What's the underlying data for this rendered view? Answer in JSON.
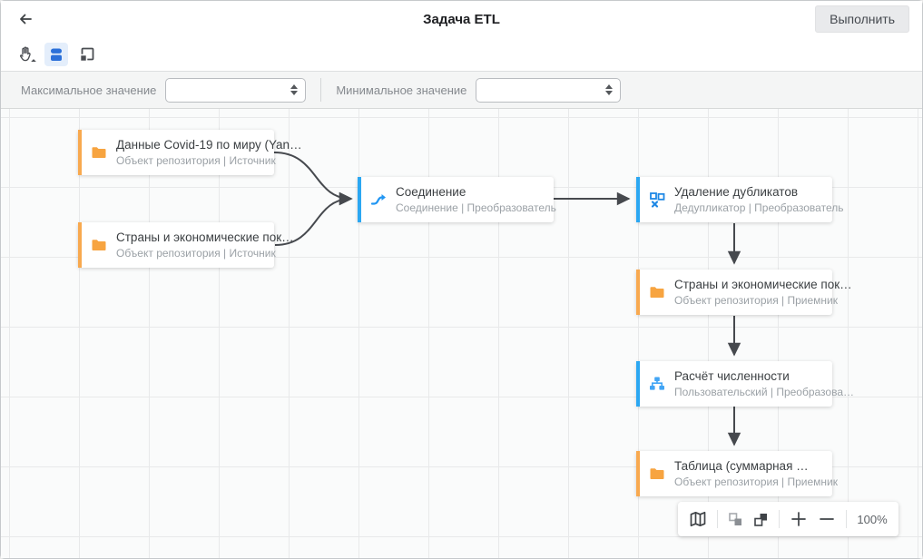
{
  "header": {
    "title": "Задача ETL",
    "run_button": "Выполнить",
    "back_icon": "arrow-left"
  },
  "toolbar": {
    "icons": [
      "pan-hand",
      "connections-nodes",
      "fit-frame"
    ],
    "selected_tool": "connections-nodes"
  },
  "filter_bar": {
    "max": {
      "label": "Максимальное значение",
      "value": ""
    },
    "min": {
      "label": "Минимальное значение",
      "value": ""
    }
  },
  "canvas": {
    "nodes": [
      {
        "title": "Данные Covid-19 по миру (Yan…",
        "subtitle": "Объект репозитория | Источник",
        "icon": "folder-icon",
        "type": "source",
        "accent": "#F8A94F"
      },
      {
        "title": "Страны и экономические пок…",
        "subtitle": "Объект репозитория | Источник",
        "icon": "folder-icon",
        "type": "source",
        "accent": "#F8A94F"
      },
      {
        "title": "Соединение",
        "subtitle": "Соединение | Преобразователь",
        "icon": "join-icon",
        "type": "transformer",
        "accent": "#2BA7F2"
      },
      {
        "title": "Удаление дубликатов",
        "subtitle": "Дедупликатор | Преобразователь",
        "icon": "dedup-icon",
        "type": "transformer",
        "accent": "#2BA7F2"
      },
      {
        "title": "Страны и экономические пок…",
        "subtitle": "Объект репозитория | Приемник",
        "icon": "folder-icon",
        "type": "sink",
        "accent": "#F8A94F"
      },
      {
        "title": "Расчёт численности",
        "subtitle": "Пользовательский | Преобразова…",
        "icon": "sitemap-icon",
        "type": "transformer",
        "accent": "#2BA7F2"
      },
      {
        "title": "Таблица (суммарная …",
        "subtitle": "Объект репозитория | Приемник",
        "icon": "folder-icon",
        "type": "sink",
        "accent": "#F8A94F"
      }
    ],
    "edges": [
      {
        "from": 0,
        "to": 2
      },
      {
        "from": 1,
        "to": 2
      },
      {
        "from": 2,
        "to": 3
      },
      {
        "from": 3,
        "to": 4
      },
      {
        "from": 4,
        "to": 5
      },
      {
        "from": 5,
        "to": 6
      }
    ],
    "edge_color": "#46494e"
  },
  "zoom_controls": {
    "icons": [
      "map",
      "send-backward",
      "bring-forward",
      "zoom-in",
      "zoom-out"
    ],
    "zoom_level": "100%"
  }
}
